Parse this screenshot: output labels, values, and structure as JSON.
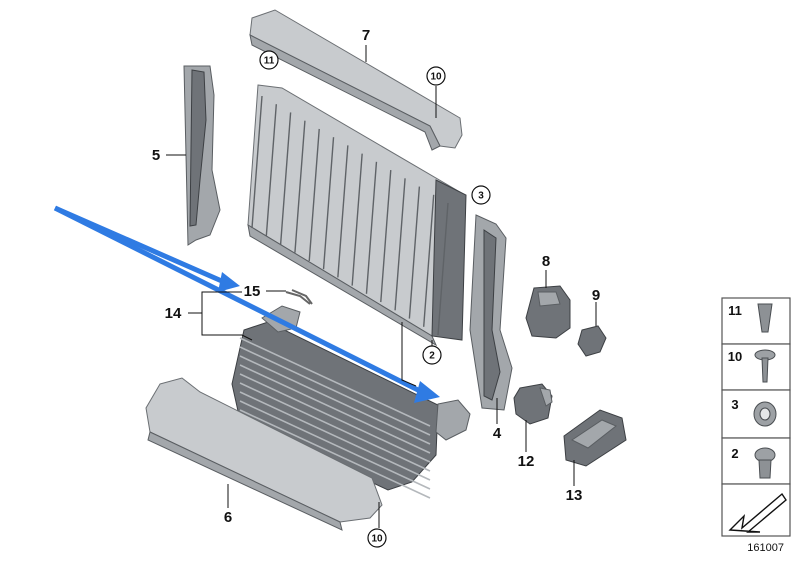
{
  "callouts": {
    "p7": "7",
    "p5": "5",
    "p8": "8",
    "p9": "9",
    "p15": "15",
    "p14": "14",
    "p4": "4",
    "p12": "12",
    "p13": "13",
    "p6": "6",
    "c11": "11",
    "c10_top": "10",
    "c3": "3",
    "c2": "2",
    "c10_bottom": "10"
  },
  "legend": {
    "i11": "11",
    "i10": "10",
    "i3": "3",
    "i2": "2"
  },
  "diagram_id": "161007",
  "colors": {
    "arrow": "#2f7be3",
    "part_dark": "#6f7378",
    "part_light": "#c8cbce"
  }
}
